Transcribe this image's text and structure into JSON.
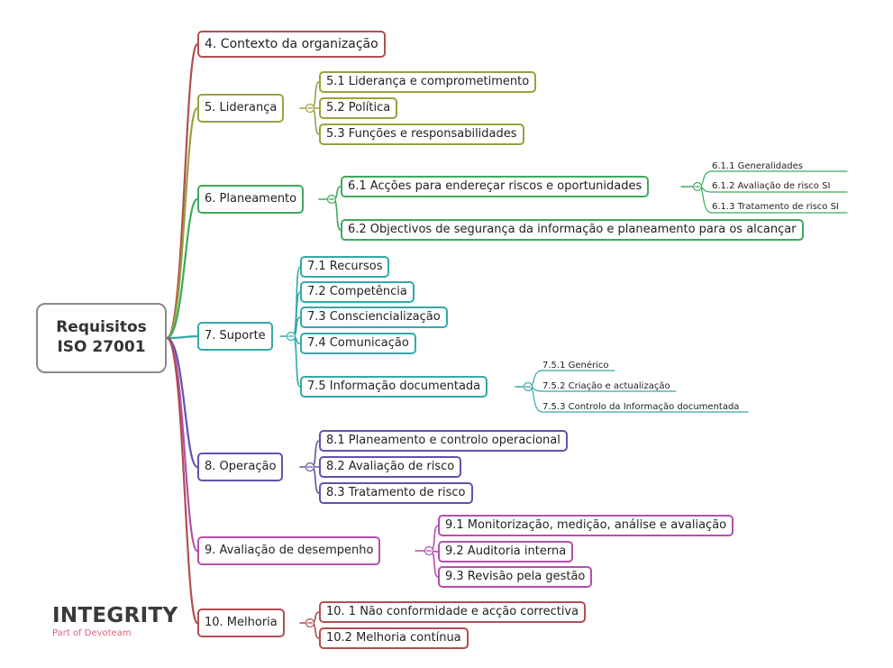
{
  "root": {
    "line1": "Requisitos",
    "line2": "ISO 27001"
  },
  "colors": {
    "s4": "#b24d4f",
    "s5": "#9aa13d",
    "s6": "#3eaa5d",
    "s7": "#33a9a8",
    "s8": "#5f53ac",
    "s9": "#b44fae",
    "s10": "#b24d4f"
  },
  "sections": {
    "s4": {
      "label": "4. Contexto da organização"
    },
    "s5": {
      "label": "5. Liderança",
      "children": [
        "5.1 Liderança e comprometimento",
        "5.2 Política",
        "5.3 Funções e responsabilidades"
      ]
    },
    "s6": {
      "label": "6. Planeamento",
      "c1": "6.1 Acções para endereçar riscos e oportunidades",
      "c1_leaves": [
        "6.1.1 Generalidades",
        "6.1.2 Avaliação de risco SI",
        "6.1.3 Tratamento de risco SI"
      ],
      "c2": "6.2 Objectivos de segurança da informação e planeamento para os alcançar"
    },
    "s7": {
      "label": "7. Suporte",
      "children": [
        "7.1 Recursos",
        "7.2 Competência",
        "7.3 Consciencialização",
        "7.4 Comunicação",
        "7.5 Informação documentada"
      ],
      "c5_leaves": [
        "7.5.1 Genérico",
        "7.5.2 Criação e actualização",
        "7.5.3 Controlo da Informação documentada"
      ]
    },
    "s8": {
      "label": "8. Operação",
      "children": [
        "8.1 Planeamento e controlo operacional",
        "8.2 Avaliação de risco",
        "8.3 Tratamento de risco"
      ]
    },
    "s9": {
      "label": "9.  Avaliação de desempenho",
      "children": [
        "9.1 Monitorização, medição, análise e avaliação",
        "9.2 Auditoria interna",
        "9.3 Revisão pela gestão"
      ]
    },
    "s10": {
      "label": "10.  Melhoria",
      "children": [
        "10. 1 Não conformidade e acção correctiva",
        "10.2 Melhoria contínua"
      ]
    }
  },
  "logo": {
    "name": "INTEGRITY",
    "tagline": "Part of Devoteam"
  }
}
